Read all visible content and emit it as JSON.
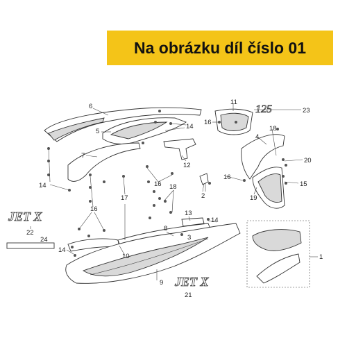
{
  "banner": {
    "text": "Na obrázku díl číslo 01",
    "color": "#f4c418"
  },
  "callouts": [
    "1",
    "2",
    "3",
    "4",
    "5",
    "6",
    "7",
    "8",
    "9",
    "10",
    "11",
    "12",
    "13",
    "14",
    "15",
    "16",
    "17",
    "18",
    "19",
    "20",
    "21",
    "22",
    "23",
    "24"
  ],
  "badges": {
    "model_125": "125",
    "logo_jet_x": "JET X"
  }
}
